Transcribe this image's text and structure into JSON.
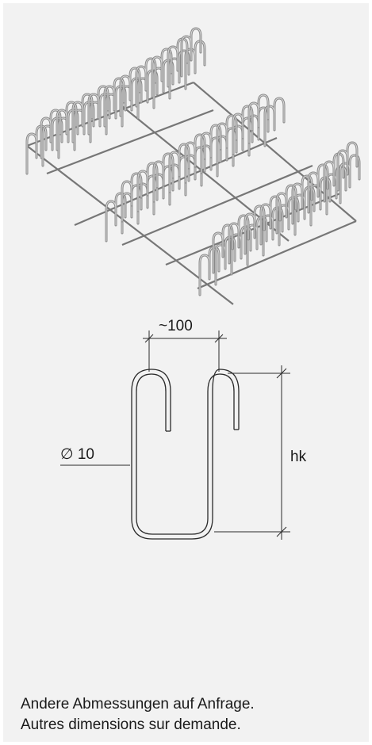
{
  "dimensions": {
    "width_label": "~100",
    "diameter_label": "∅ 10",
    "height_label": "hk"
  },
  "notes": {
    "line_de": "Andere Abmessungen auf Anfrage.",
    "line_fr": "Autres dimensions sur demande."
  },
  "colors": {
    "panel_bg": "#f2f2f2",
    "line": "#2a2a2a",
    "rebar": "#8a8a8a"
  }
}
